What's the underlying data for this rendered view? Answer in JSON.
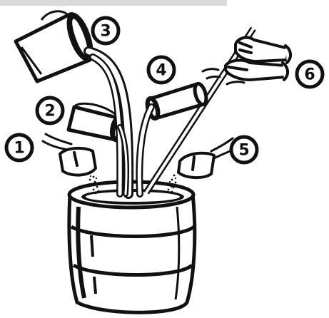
{
  "diagram": {
    "steps": [
      {
        "number": "1",
        "item": "hand-sprinkling-powder"
      },
      {
        "number": "2",
        "item": "small-bucket-pouring"
      },
      {
        "number": "3",
        "item": "large-pail-pouring"
      },
      {
        "number": "4",
        "item": "can-pouring"
      },
      {
        "number": "5",
        "item": "hand-sprinkling-powder"
      },
      {
        "number": "6",
        "item": "hands-stirring-with-rod"
      }
    ],
    "colors": {
      "ink": "#111111",
      "paper": "#ffffff",
      "bar": "#d9d9d9"
    }
  }
}
